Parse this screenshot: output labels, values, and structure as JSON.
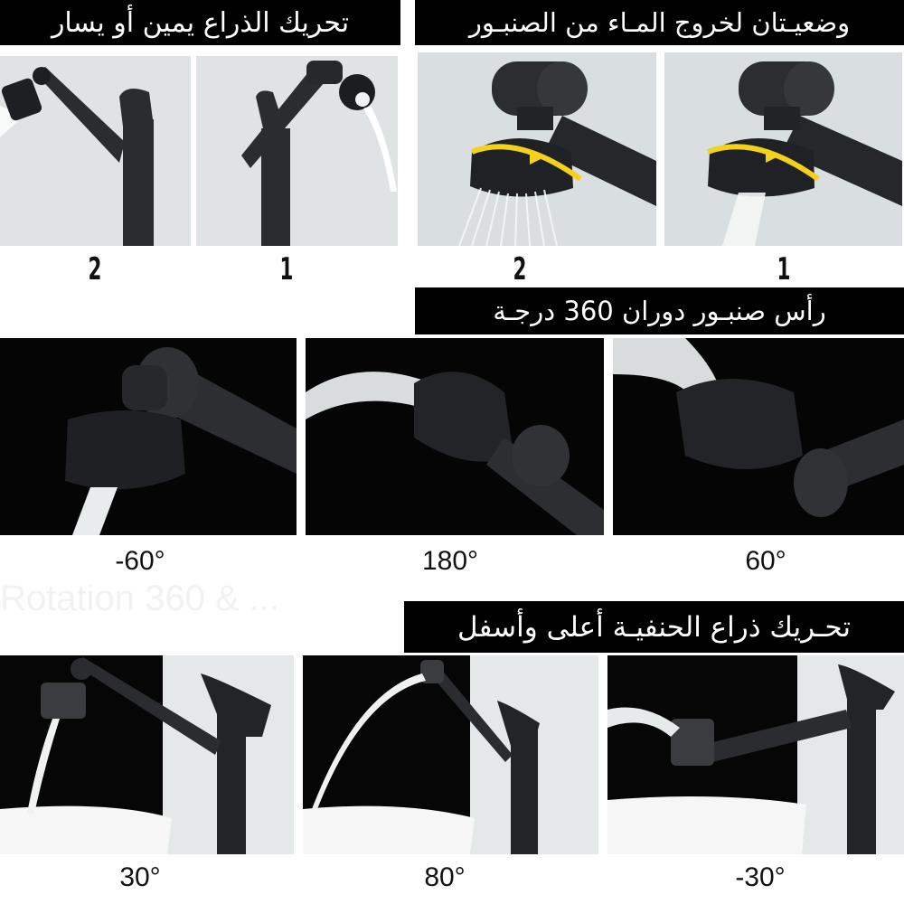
{
  "sections": {
    "left_right": {
      "title": "تحريك الذراع يمين أو يسار",
      "labels": [
        "2",
        "1"
      ]
    },
    "water_modes": {
      "title": "وضعيـتان لخروج المـاء من الصنبـور",
      "labels": [
        "2",
        "1"
      ]
    },
    "rotation": {
      "title": "رأس صنبـور دوران 360  درجـة",
      "labels": [
        "-60°",
        "180°",
        "60°"
      ]
    },
    "up_down": {
      "title": "تحـريك ذراع الحنفيـة أعلى وأسفل",
      "labels": [
        "30°",
        "80°",
        "-30°"
      ]
    }
  },
  "ghost_text": "Rotation 360 & ...",
  "colors": {
    "banner_bg": "#000000",
    "banner_text": "#ffffff",
    "faucet": "#2a2c30",
    "wall_light": "#dde2e4",
    "studio_dark": "#050505",
    "arrow_yellow": "#f4d21a"
  }
}
